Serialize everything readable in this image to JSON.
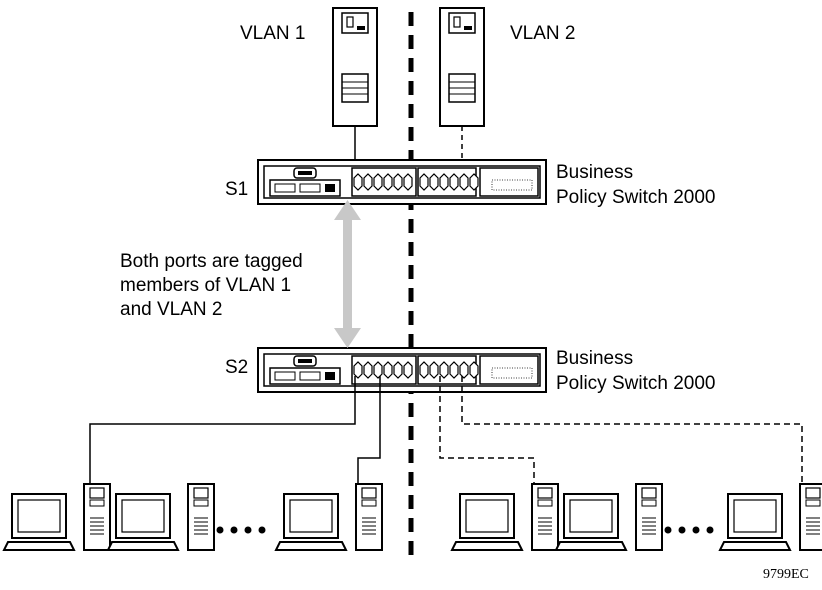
{
  "labels": {
    "vlan1": "VLAN 1",
    "vlan2": "VLAN 2",
    "s1": "S1",
    "s2": "S2",
    "switch1_line1": "Business",
    "switch1_line2": "Policy Switch 2000",
    "switch2_line1": "Business",
    "switch2_line2": "Policy Switch 2000",
    "tagged_line1": "Both ports are tagged",
    "tagged_line2": "members of VLAN 1",
    "tagged_line3": "and VLAN 2",
    "figure_id": "9799EC"
  },
  "legend": {
    "vlan1_link": "solid",
    "vlan2_link": "dashed",
    "trunk_link": "double-headed gray arrow",
    "separator": "dashed vertical line"
  },
  "colors": {
    "line": "#000000",
    "trunk_arrow": "#c8c8c8",
    "background": "#ffffff"
  }
}
